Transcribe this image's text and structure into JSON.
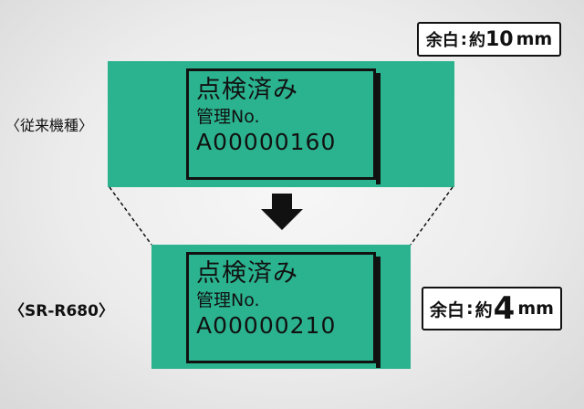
{
  "margin_conventional": {
    "prefix": "余白",
    "separator": ":",
    "approx": "約",
    "value": "10",
    "unit": "mm"
  },
  "margin_new": {
    "prefix": "余白",
    "separator": ":",
    "approx": "約",
    "value": "4",
    "unit": "mm"
  },
  "conventional": {
    "model_label": "〈従来機種〉",
    "line1": "点検済み",
    "line2": "管理No.",
    "line3": "A00000160"
  },
  "new_model": {
    "model_label": "〈SR-R680〉",
    "line1": "点検済み",
    "line2": "管理No.",
    "line3": "A00000210"
  },
  "colors": {
    "tape": "#2bb38f",
    "ink": "#111111"
  },
  "icons": {
    "arrow": "down-arrow-icon"
  }
}
